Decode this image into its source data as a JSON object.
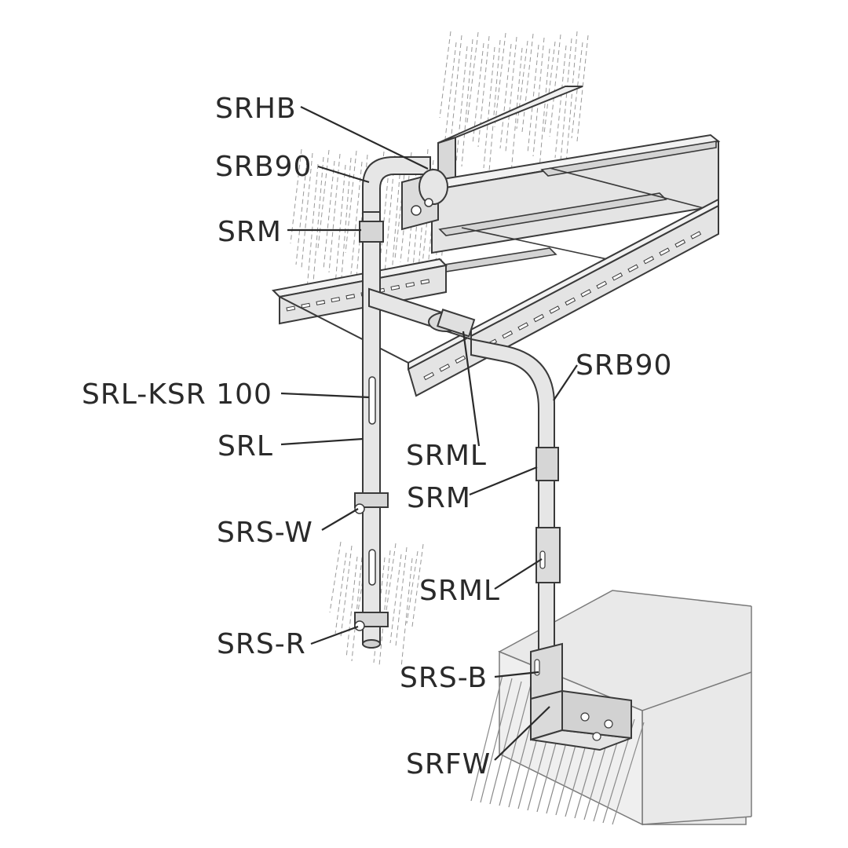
{
  "diagram": {
    "labels": {
      "srhb": "SRHB",
      "srb90_top": "SRB90",
      "srm_top": "SRM",
      "srl_ksr": "SRL-KSR 100",
      "srl": "SRL",
      "srs_w": "SRS-W",
      "srs_r": "SRS-R",
      "srml_center": "SRML",
      "srb90_right": "SRB90",
      "srm_right": "SRM",
      "srml_right": "SRML",
      "srs_b": "SRS-B",
      "srfw": "SRFW"
    },
    "colors": {
      "line": "#3a3a3a",
      "pipe_fill": "#e6e6e6",
      "tray_fill": "#eeeeee",
      "block_fill": "#e9e9e9",
      "hatch": "#9a9a9a"
    }
  }
}
